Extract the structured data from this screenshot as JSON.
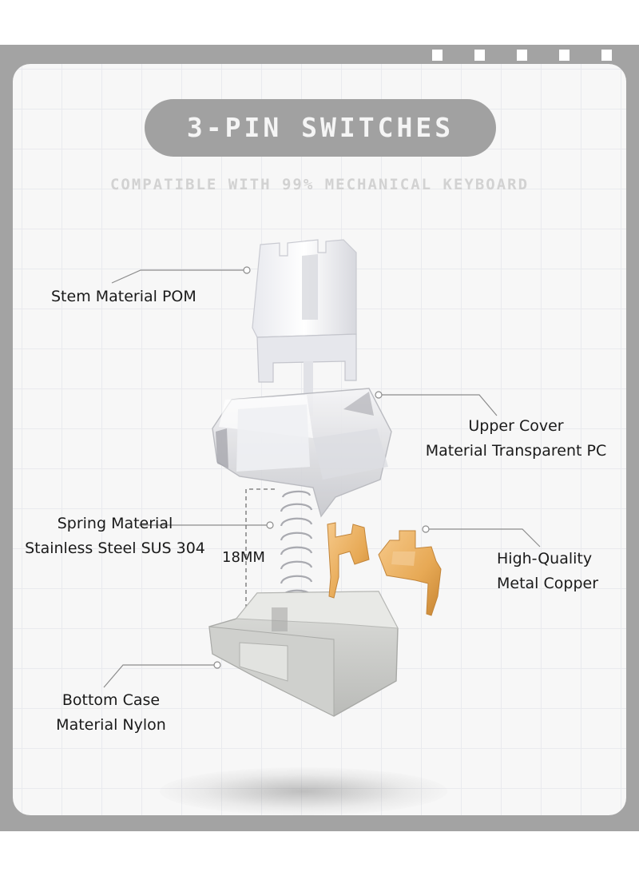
{
  "title": "3-PIN SWITCHES",
  "subtitle": "COMPATIBLE WITH 99% MECHANICAL KEYBOARD",
  "labels": {
    "stem": "Stem Material POM",
    "upper_cover": {
      "line1": "Upper Cover",
      "line2": "Material Transparent PC"
    },
    "spring": {
      "line1": "Spring Material",
      "line2": "Stainless Steel SUS 304"
    },
    "height": "18MM",
    "copper": {
      "line1": "High-Quality",
      "line2": "Metal Copper"
    },
    "bottom_case": {
      "line1": "Bottom Case",
      "line2": "Material Nylon"
    }
  },
  "colors": {
    "frame": "#a3a3a3",
    "title_pill": "#a1a1a1",
    "copper": "#e7a955"
  }
}
